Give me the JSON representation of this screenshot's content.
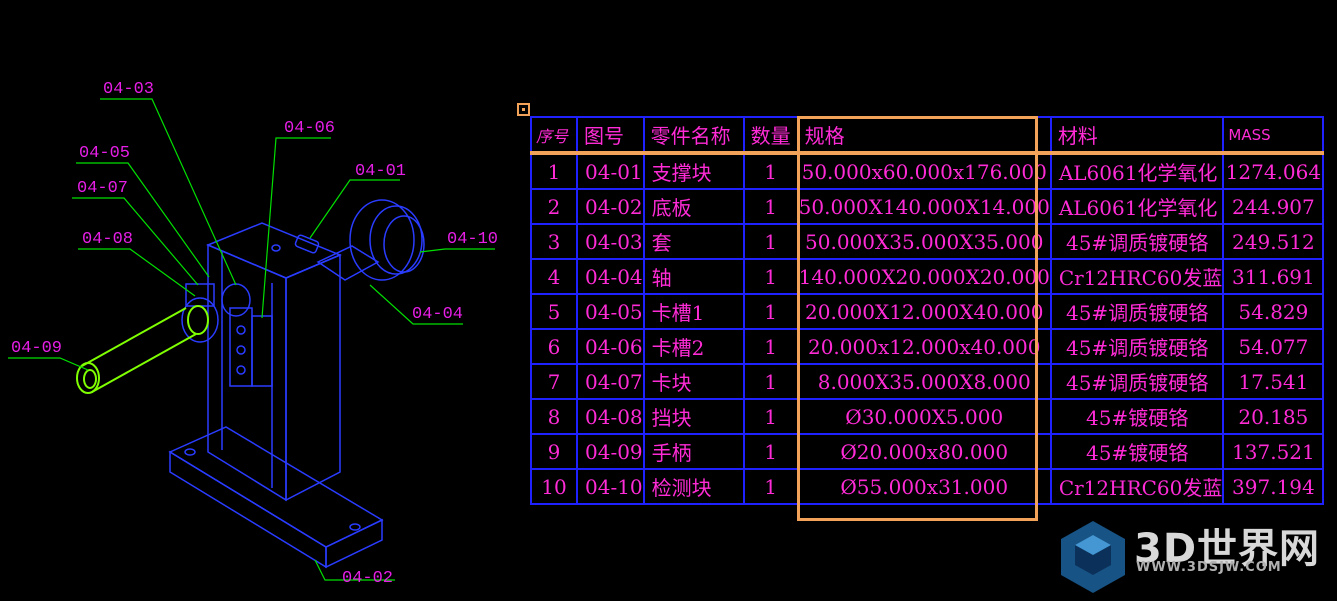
{
  "bom": {
    "headers": {
      "seq": "序号",
      "drawing_no": "图号",
      "name": "零件名称",
      "qty": "数量",
      "spec": "规格",
      "material": "材料",
      "mass": "MASS"
    },
    "rows": [
      {
        "seq": "1",
        "drawing_no": "04-01",
        "name": "支撑块",
        "qty": "1",
        "spec": "50.000x60.000x176.000",
        "material": "AL6061化学氧化",
        "mass": "1274.064"
      },
      {
        "seq": "2",
        "drawing_no": "04-02",
        "name": "底板",
        "qty": "1",
        "spec": "50.000X140.000X14.000",
        "material": "AL6061化学氧化",
        "mass": "244.907"
      },
      {
        "seq": "3",
        "drawing_no": "04-03",
        "name": "套",
        "qty": "1",
        "spec": "50.000X35.000X35.000",
        "material": "45#调质镀硬铬",
        "mass": "249.512"
      },
      {
        "seq": "4",
        "drawing_no": "04-04",
        "name": "轴",
        "qty": "1",
        "spec": "140.000X20.000X20.000",
        "material": "Cr12HRC60发蓝",
        "mass": "311.691"
      },
      {
        "seq": "5",
        "drawing_no": "04-05",
        "name": "卡槽1",
        "qty": "1",
        "spec": "20.000X12.000X40.000",
        "material": "45#调质镀硬铬",
        "mass": "54.829"
      },
      {
        "seq": "6",
        "drawing_no": "04-06",
        "name": "卡槽2",
        "qty": "1",
        "spec": "20.000x12.000x40.000",
        "material": "45#调质镀硬铬",
        "mass": "54.077"
      },
      {
        "seq": "7",
        "drawing_no": "04-07",
        "name": "卡块",
        "qty": "1",
        "spec": "8.000X35.000X8.000",
        "material": "45#调质镀硬铬",
        "mass": "17.541"
      },
      {
        "seq": "8",
        "drawing_no": "04-08",
        "name": "挡块",
        "qty": "1",
        "spec": "Ø30.000X5.000",
        "material": "45#镀硬铬",
        "mass": "20.185"
      },
      {
        "seq": "9",
        "drawing_no": "04-09",
        "name": "手柄",
        "qty": "1",
        "spec": "Ø20.000x80.000",
        "material": "45#镀硬铬",
        "mass": "137.521"
      },
      {
        "seq": "10",
        "drawing_no": "04-10",
        "name": "检测块",
        "qty": "1",
        "spec": "Ø55.000x31.000",
        "material": "Cr12HRC60发蓝",
        "mass": "397.194"
      }
    ]
  },
  "callouts": {
    "c0403": "04-03",
    "c0405": "04-05",
    "c0406": "04-06",
    "c0407": "04-07",
    "c0408": "04-08",
    "c0401": "04-01",
    "c0410": "04-10",
    "c0404": "04-04",
    "c0409": "04-09",
    "c0402": "04-02"
  },
  "watermark": {
    "title": "3D世界网",
    "url": "WWW.3DSJW.COM"
  },
  "colors": {
    "background": "#000000",
    "outline": "#2a3cff",
    "leader": "#00e000",
    "callout_text": "#e61ee6",
    "table_border": "#1f22ff",
    "table_text": "#ff2bd6",
    "highlight": "#f3a25a"
  },
  "icons": [
    "selection-marker-icon",
    "watermark-cube-icon"
  ]
}
